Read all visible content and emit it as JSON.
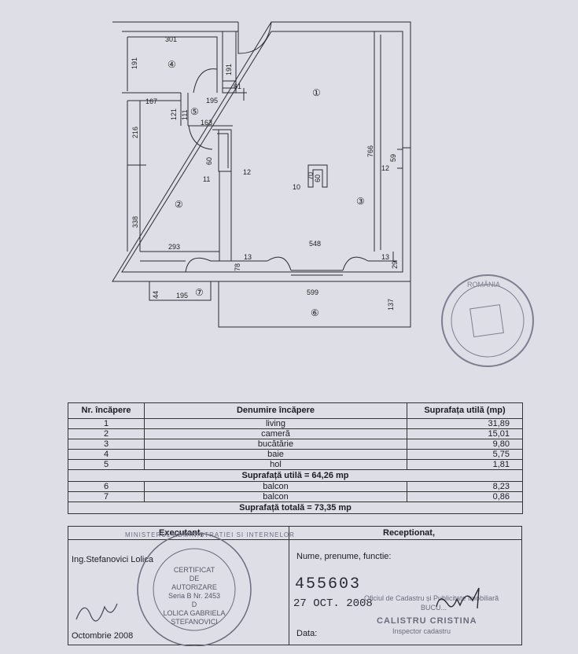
{
  "plan": {
    "rooms": {
      "r1": "①",
      "r2": "②",
      "r3": "③",
      "r4": "④",
      "r5": "⑤",
      "r6": "⑥",
      "r7": "⑦"
    },
    "dims": {
      "d301": "301",
      "d191a": "191",
      "d191b": "191",
      "d61": "61",
      "d167": "167",
      "d195a": "195",
      "d121": "121",
      "d111": "111",
      "d163": "163",
      "d216": "216",
      "d766": "766",
      "d59": "59",
      "d60a": "60",
      "d11": "11",
      "d12a": "12",
      "d12b": "12",
      "d70": "70",
      "d60b": "60",
      "d10": "10",
      "d338": "338",
      "d293": "293",
      "d548": "548",
      "d13a": "13",
      "d13b": "13",
      "d78": "78",
      "d29": "29",
      "d44": "44",
      "d195b": "195",
      "d599": "599",
      "d137": "137"
    }
  },
  "table": {
    "headers": {
      "nr": "Nr. încăpere",
      "name": "Denumire încăpere",
      "area": "Suprafața utilă (mp)"
    },
    "rows": [
      {
        "nr": "1",
        "name": "living",
        "area": "31,89"
      },
      {
        "nr": "2",
        "name": "cameră",
        "area": "15,01"
      },
      {
        "nr": "3",
        "name": "bucătărie",
        "area": "9,80"
      },
      {
        "nr": "4",
        "name": "baie",
        "area": "5,75"
      },
      {
        "nr": "5",
        "name": "hol",
        "area": "1,81"
      }
    ],
    "useful_total": "Suprafață utilă = 64,26 mp",
    "balcony_rows": [
      {
        "nr": "6",
        "name": "balcon",
        "area": "8,23"
      },
      {
        "nr": "7",
        "name": "balcon",
        "area": "0,86"
      }
    ],
    "grand_total": "Suprafață totală = 73,35 mp"
  },
  "signatures": {
    "executant_label": "Executant,",
    "receptionat_label": "Receptionat,",
    "executant_name": "Ing.Stefanovici Lolica",
    "fields_label": "Nume, prenume, functie:",
    "date_label": "Data:",
    "month": "Octombrie 2008",
    "cert_lines": [
      "CERTIFICAT",
      "DE",
      "AUTORIZARE",
      "Seria B  Nr. 2453",
      "D",
      "LOLICA GABRIELA",
      "STEFANOVICI"
    ],
    "ministry_ring": "MINISTERUL ADMINISTRATIEI SI INTERNELOR",
    "stamp_number": "455603",
    "stamp_date": "27 OCT. 2008",
    "office_text": "Oficiul de Cadastru și Publicitate Imobiliară",
    "office_city": "BUCU...",
    "inspector_name": "CALISTRU CRISTINA",
    "inspector_role": "Inspector cadastru"
  },
  "round_stamp": {
    "top_text": "ROMÂNIA"
  }
}
